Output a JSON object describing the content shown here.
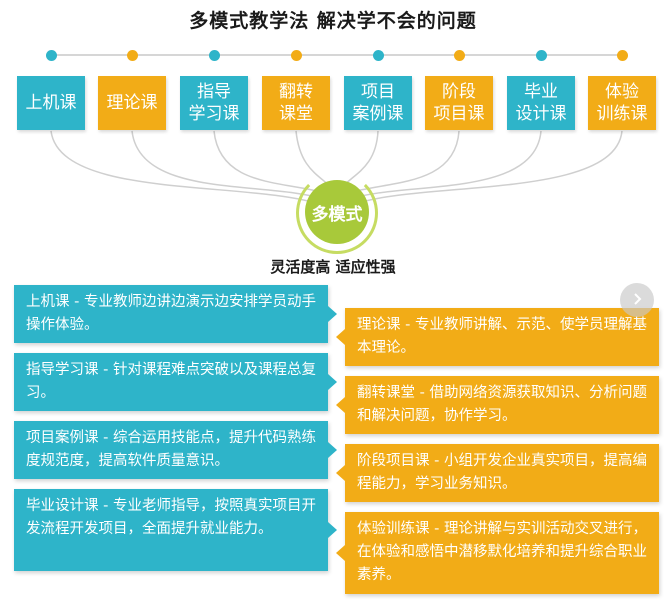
{
  "title": "多模式教学法  解决学不会的问题",
  "hub": {
    "label": "多模式"
  },
  "subtitle": "灵活度高 适应性强",
  "colors": {
    "teal": "#2eb4c9",
    "orange": "#f2ac17",
    "green": "#a8c93a"
  },
  "top_boxes": [
    {
      "label": "上机课",
      "color": "teal"
    },
    {
      "label": "理论课",
      "color": "orange"
    },
    {
      "label": "指导\n学习课",
      "color": "teal"
    },
    {
      "label": "翻转\n课堂",
      "color": "orange"
    },
    {
      "label": "项目\n案例课",
      "color": "teal"
    },
    {
      "label": "阶段\n项目课",
      "color": "orange"
    },
    {
      "label": "毕业\n设计课",
      "color": "teal"
    },
    {
      "label": "体验\n训练课",
      "color": "orange"
    }
  ],
  "left_descs": [
    "上机课 - 专业教师边讲边演示边安排学员动手操作体验。",
    "指导学习课 - 针对课程难点突破以及课程总复习。",
    "项目案例课 - 综合运用技能点，提升代码熟练度规范度，提高软件质量意识。",
    "毕业设计课 - 专业老师指导，按照真实项目开发流程开发项目，全面提升就业能力。"
  ],
  "right_descs": [
    "理论课 - 专业教师讲解、示范、使学员理解基本理论。",
    "翻转课堂 - 借助网络资源获取知识、分析问题和解决问题，协作学习。",
    "阶段项目课 - 小组开发企业真实项目，提高编程能力，学习业务知识。",
    "体验训练课 - 理论讲解与实训活动交叉进行，在体验和感悟中潜移默化培养和提升综合职业素养。"
  ],
  "next_button": {
    "icon": "chevron-right-icon"
  }
}
